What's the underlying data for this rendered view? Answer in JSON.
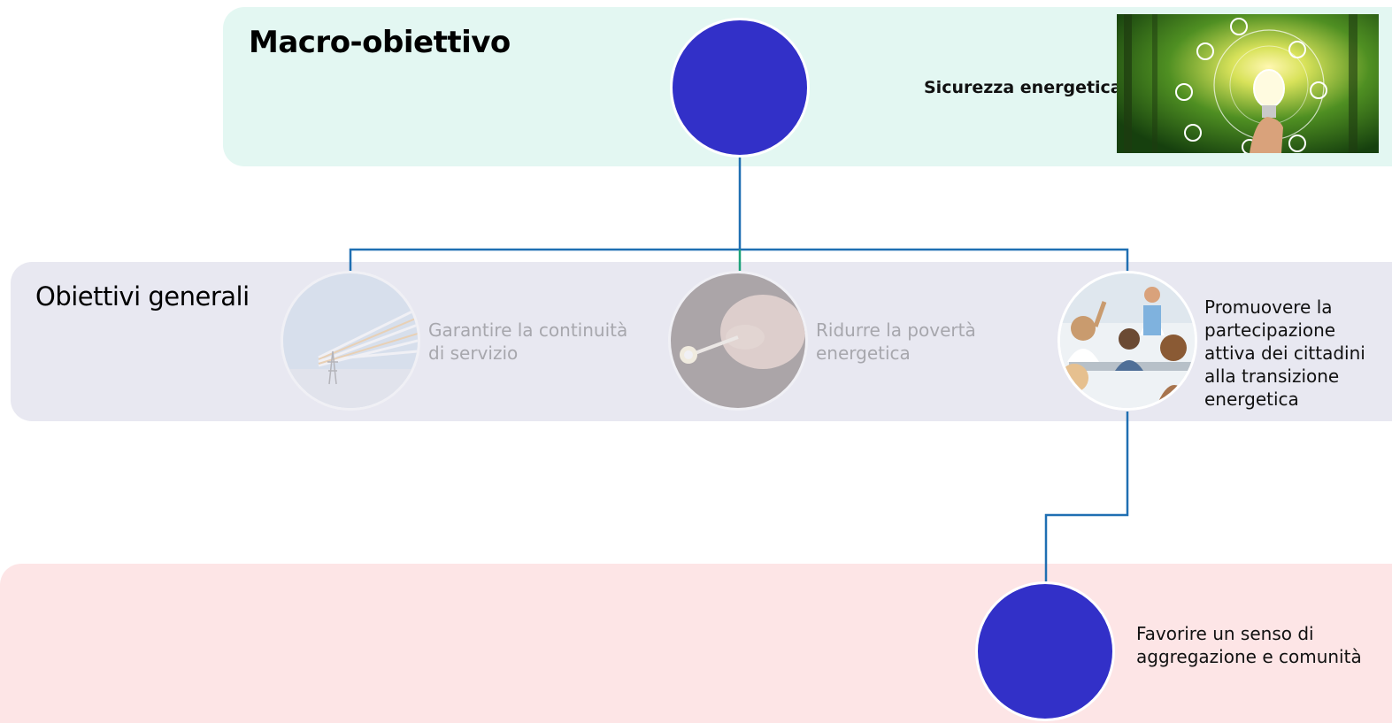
{
  "macro": {
    "section_title": "Macro-obiettivo",
    "node_label": "Sicurezza energetica",
    "node_color": "#3230c8"
  },
  "general": {
    "section_title": "Obiettivi generali",
    "items": [
      {
        "label": "Garantire la continuità di servizio",
        "state": "faded",
        "image": "power-lines-photo"
      },
      {
        "label": "Ridurre la povertà energetica",
        "state": "faded",
        "image": "lighting-match-photo"
      },
      {
        "label": "Promuovere la partecipazione attiva dei cittadini alla transizione energetica",
        "state": "active",
        "image": "classroom-photo"
      }
    ]
  },
  "specific": {
    "node_label": "Favorire un senso di aggregazione e comunità",
    "node_color": "#3230c8"
  },
  "colors": {
    "macro_band": "#e3f7f2",
    "general_band": "#e8e8f1",
    "specific_band": "#fde5e6",
    "connector": "#1f6fb2",
    "connector_accent": "#1ea27a"
  }
}
